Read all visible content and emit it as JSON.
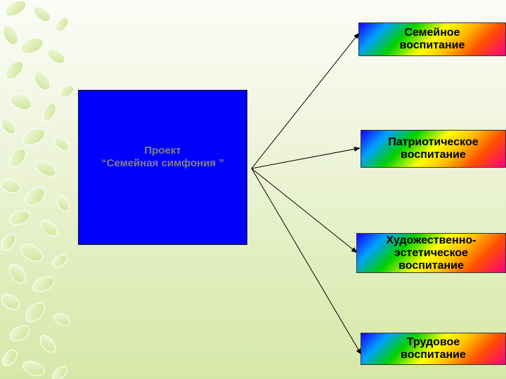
{
  "center": {
    "line1": "Проект",
    "line2": "“Семейная симфония ”"
  },
  "targets": [
    {
      "line1": "Семейное",
      "line2": "воспитание",
      "line3": ""
    },
    {
      "line1": "Патриотическое",
      "line2": "воспитание",
      "line3": ""
    },
    {
      "line1": "Художественно-",
      "line2": "эстетическое",
      "line3": "воспитание"
    },
    {
      "line1": "Трудовое",
      "line2": "воспитание",
      "line3": ""
    }
  ],
  "colors": {
    "center_fill": "#0000ff",
    "center_text": "#7f7f7f",
    "leaf_light": "#e9f4c6",
    "leaf_mid": "#cfe79a"
  }
}
